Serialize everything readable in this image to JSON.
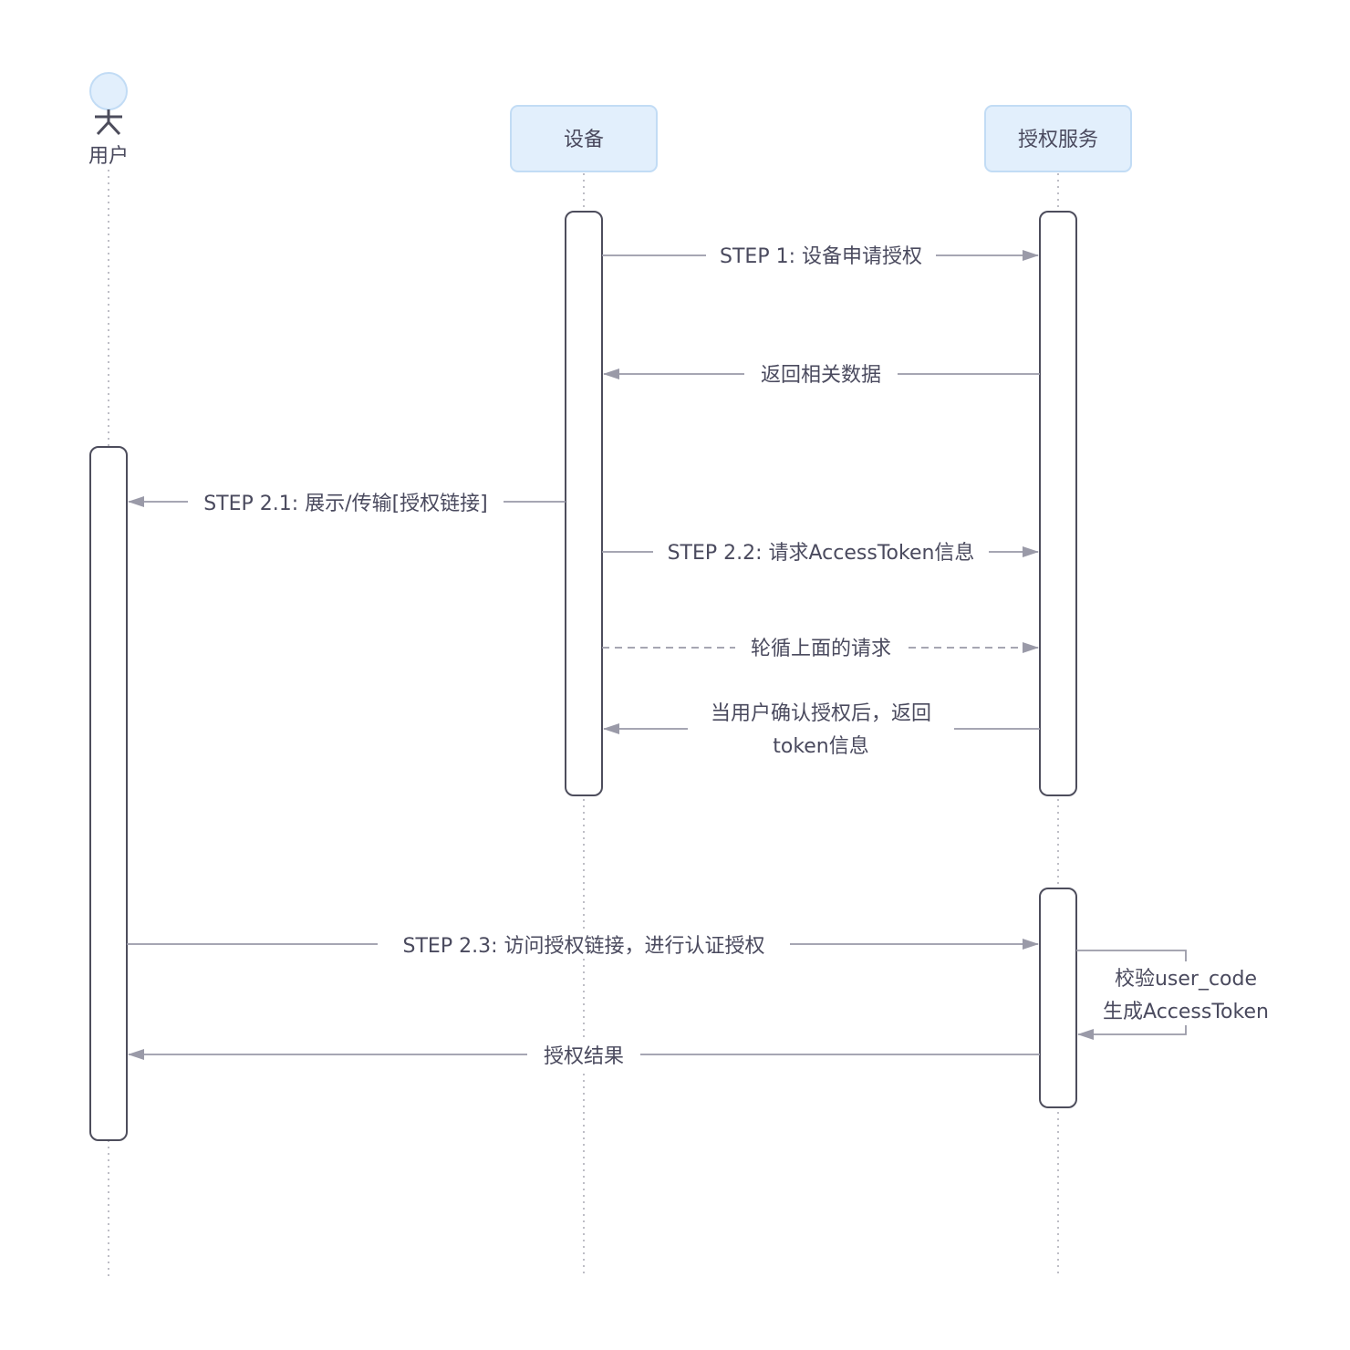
{
  "participants": {
    "user": "用户",
    "device": "设备",
    "auth": "授权服务"
  },
  "messages": {
    "m1": "STEP 1: 设备申请授权",
    "m2": "返回相关数据",
    "m3": "STEP 2.1: 展示/传输[授权链接]",
    "m4": "STEP 2.2: 请求AccessToken信息",
    "m5": "轮循上面的请求",
    "m6_line1": "当用户确认授权后，返回",
    "m6_line2": "token信息",
    "m7": "STEP 2.3: 访问授权链接，进行认证授权",
    "self_line1": "校验user_code",
    "self_line2": "生成AccessToken",
    "m8": "授权结果"
  },
  "colors": {
    "participant_fill": "#e2effc",
    "participant_border": "#c2dcf5",
    "line": "#9a9aa8",
    "text": "#4a4a5e"
  }
}
